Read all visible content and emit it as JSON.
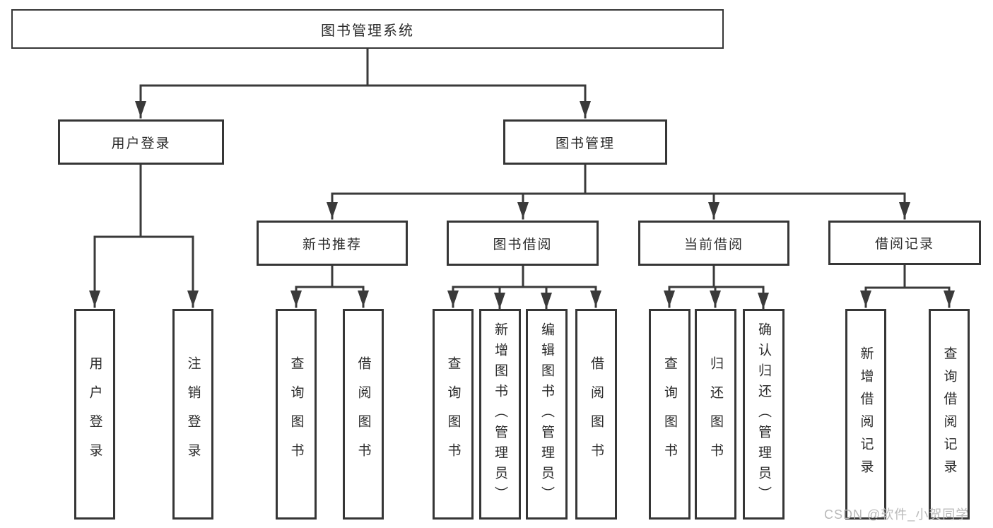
{
  "diagram_title": "图书管理系统",
  "nodes": {
    "root": "图书管理系统",
    "user_login": "用户登录",
    "book_mgmt": "图书管理",
    "new_book_rec": "新书推荐",
    "book_borrow": "图书借阅",
    "current_borrow": "当前借阅",
    "borrow_records": "借阅记录",
    "ul_user_login": "用户登录",
    "ul_logout": "注销登录",
    "nbr_query_books": "查询图书",
    "nbr_borrow_books": "借阅图书",
    "bb_query_books": "查询图书",
    "bb_add_books": "新增图书（管理员）",
    "bb_edit_books": "编辑图书（管理员）",
    "bb_borrow_books": "借阅图书",
    "cb_query_books": "查询图书",
    "cb_return_books": "归还图书",
    "cb_confirm_return": "确认归还（管理员）",
    "br_add_record": "新增借阅记录",
    "br_query_record": "查询借阅记录"
  },
  "watermark": "CSDN @软件_小贺同学",
  "colors": {
    "line": "#3a3a3a",
    "text": "#2b2b2b",
    "watermark": "#b9b9b9",
    "background": "#ffffff"
  }
}
